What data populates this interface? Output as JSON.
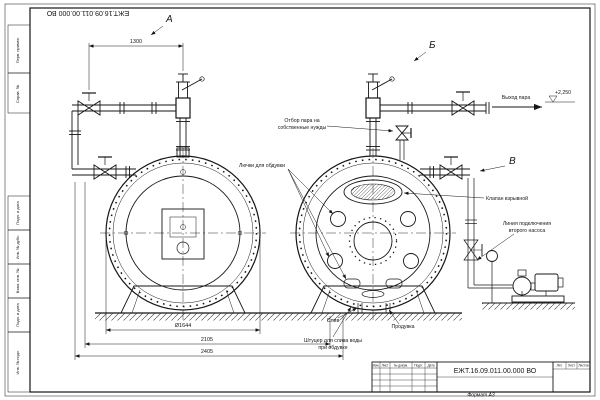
{
  "sheet": {
    "doc_number": "ЕЖТ.16.09.011.00.000 ВО",
    "format": "Формат А3"
  },
  "views": {
    "a": "А",
    "b": "Б",
    "v": "В"
  },
  "callouts": {
    "steam_out": "Выход пара",
    "elevation": "+2,250",
    "steam_tap_l1": "Отбор пара на",
    "steam_tap_l2": "собственные нужды",
    "hatches": "Лючки для обдувки",
    "explosion_valve": "Клапан взрывной",
    "pump_line_l1": "Линия подключения",
    "pump_line_l2": "второго насоса",
    "drain": "Слив",
    "blowdown": "Продувка",
    "drain_fitting_l1": "Штуцер для слива воды",
    "drain_fitting_l2": "при обдувке"
  },
  "dims": {
    "top_width": "1300",
    "diameter": "Ø1644",
    "width_mid": "2105",
    "width_overall": "2405"
  },
  "stamp": {
    "b1": "Перв. примен.",
    "b2": "Справ. №",
    "b3": "Подп. и дата",
    "b4": "Инв. № дубл.",
    "b5": "Взам. инв. №",
    "b6": "Подп. и дата",
    "b7": "Инв. № подл."
  },
  "titleblock": {
    "c_izm": "Изм.",
    "c_list": "Лист",
    "c_doc": "№ докум.",
    "c_podp": "Подп.",
    "c_data": "Дата",
    "doc_number": "ЕЖТ.16.09.011.00.000 ВО",
    "lit_label": "Лит.",
    "list_label": "Лист",
    "listov_label": "Листов"
  }
}
